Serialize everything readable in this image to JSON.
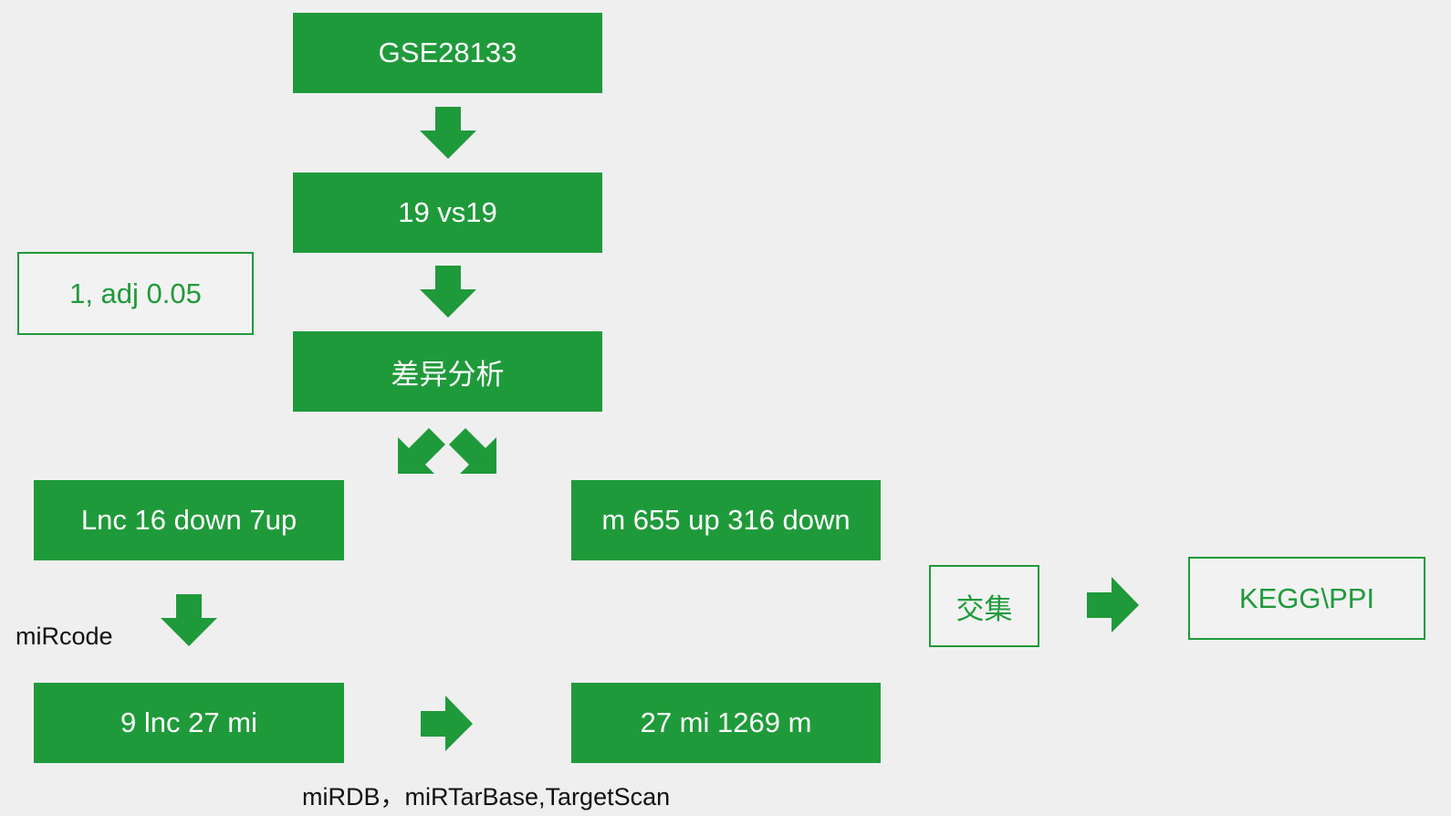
{
  "accent_color": "#1f9a3a",
  "boxes": {
    "gse": "GSE28133",
    "comparison": "19 vs19",
    "threshold": "1, adj 0.05",
    "diff_analysis": "差异分析",
    "lnc_result": "Lnc 16 down 7up",
    "m_result": "m 655 up 316 down",
    "lnc_mi": "9 lnc 27 mi",
    "mi_m": "27 mi 1269 m",
    "intersection": "交集",
    "kegg_ppi": "KEGG\\PPI"
  },
  "labels": {
    "mircode": "miRcode",
    "databases": "miRDB，miRTarBase,TargetScan"
  },
  "arrows": [
    {
      "name": "arrow-gse-to-comparison",
      "direction": "down"
    },
    {
      "name": "arrow-comparison-to-diff",
      "direction": "down"
    },
    {
      "name": "arrow-diff-to-lnc",
      "direction": "down-left"
    },
    {
      "name": "arrow-diff-to-m",
      "direction": "down-right"
    },
    {
      "name": "arrow-lnc-to-lncmi",
      "direction": "down"
    },
    {
      "name": "arrow-lncmi-to-mim",
      "direction": "right"
    },
    {
      "name": "arrow-intersection-to-kegg",
      "direction": "right"
    }
  ]
}
